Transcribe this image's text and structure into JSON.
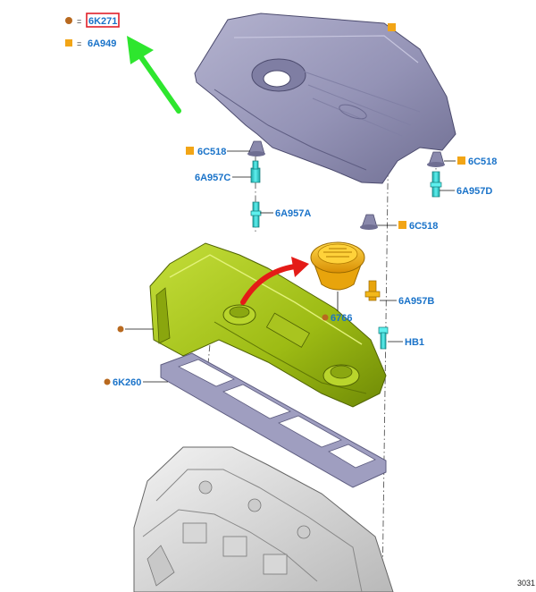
{
  "legend": [
    {
      "marker": "circle",
      "color": "#b8691f",
      "text": "6K271",
      "highlighted": true
    },
    {
      "marker": "square",
      "color": "#f2a516",
      "text": "6A949",
      "highlighted": false
    }
  ],
  "legend_sep": "=",
  "callouts": {
    "c_6C518_left": "6C518",
    "c_6A957C": "6A957C",
    "c_6A957A": "6A957A",
    "c_6C518_mid": "6C518",
    "c_6C518_right": "6C518",
    "c_6A957D": "6A957D",
    "c_6A957B": "6A957B",
    "c_6766": "6766",
    "c_HB1": "HB1",
    "c_6K260": "6K260"
  },
  "colors": {
    "label": "#1a73c9",
    "circle": "#b8691f",
    "square": "#f2a516",
    "highlight": "#e0202a",
    "green_arrow": "#2ee62e",
    "red_arrow": "#e41b17",
    "cover": "#9796b8",
    "valve_cover": "#a4c21a",
    "cap": "#f3b81a",
    "fastener": "#38d6d4"
  },
  "figure_ref": "3031"
}
